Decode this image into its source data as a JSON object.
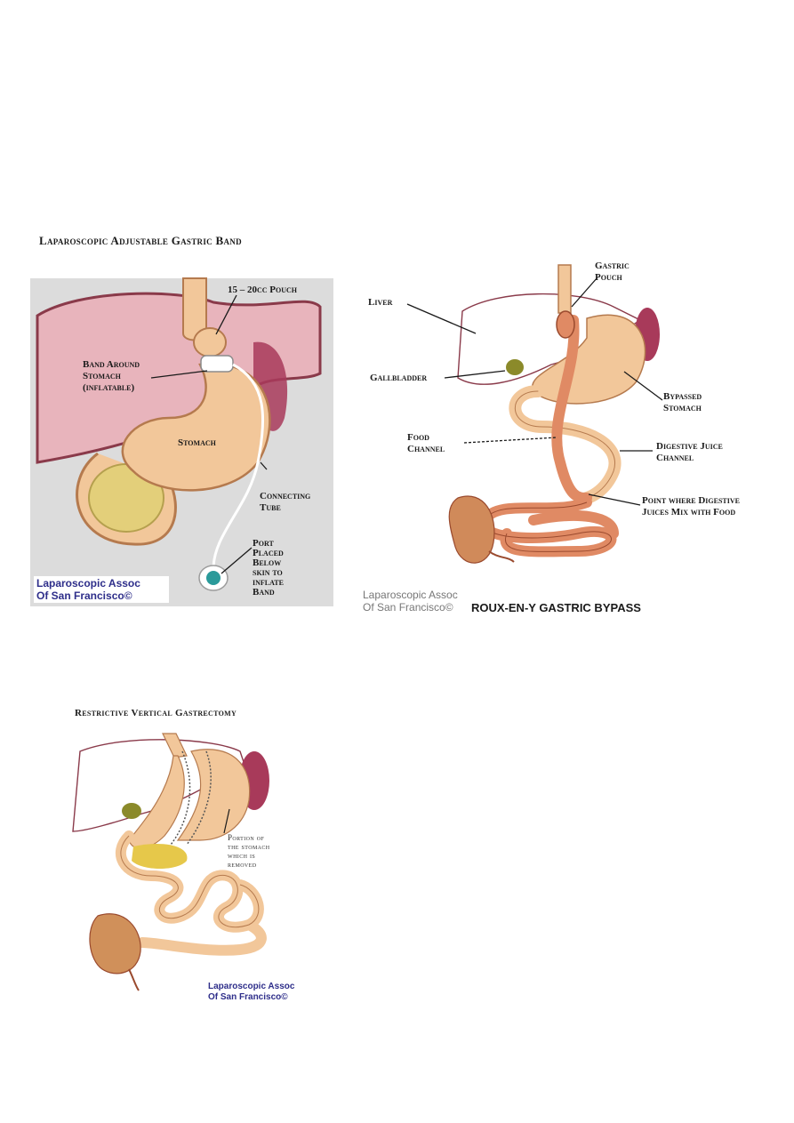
{
  "figures": {
    "band": {
      "title": "Laparoscopic Adjustable Gastric Band",
      "labels": {
        "pouch": "15 – 20cc Pouch",
        "band": "Band Around\nStomach\n(inflatable)",
        "stomach": "Stomach",
        "tube": "Connecting\nTube",
        "port": "Port\nPlaced\nBelow\nskin to\ninflate\nBand"
      },
      "credit": "Laparoscopic Assoc\nOf San Francisco©"
    },
    "bypass": {
      "title": "ROUX-EN-Y GASTRIC BYPASS",
      "labels": {
        "liver": "Liver",
        "gastric_pouch": "Gastric\nPouch",
        "gallbladder": "Gallbladder",
        "bypassed_stomach": "Bypassed\nStomach",
        "food_channel": "Food\nChannel",
        "digestive_juice_channel": "Digestive Juice\nChannel",
        "mix_point": "Point where Digestive\nJuices Mix with Food"
      },
      "credit": "Laparoscopic Assoc\nOf San Francisco©"
    },
    "gastrectomy": {
      "title": "Restrictive Vertical Gastrectomy",
      "labels": {
        "removed_portion": "Portion of\nthe stomach\nwhich is\nremoved"
      },
      "credit": "Laparoscopic Assoc\nOf San Francisco©"
    }
  },
  "colors": {
    "panel_bg": "#dcdcdc",
    "liver_fill": "#e8b4bc",
    "liver_stroke": "#8a3a4a",
    "stomach": "#f2c79a",
    "stomach_stroke": "#b57a4e",
    "intestine": "#e08a64",
    "intestine_stroke": "#9a4a2e",
    "spleen": "#a83a5a",
    "gallbladder": "#8b8a2a",
    "port": "#2a9a9a",
    "credit_blue": "#2e2e8a"
  }
}
